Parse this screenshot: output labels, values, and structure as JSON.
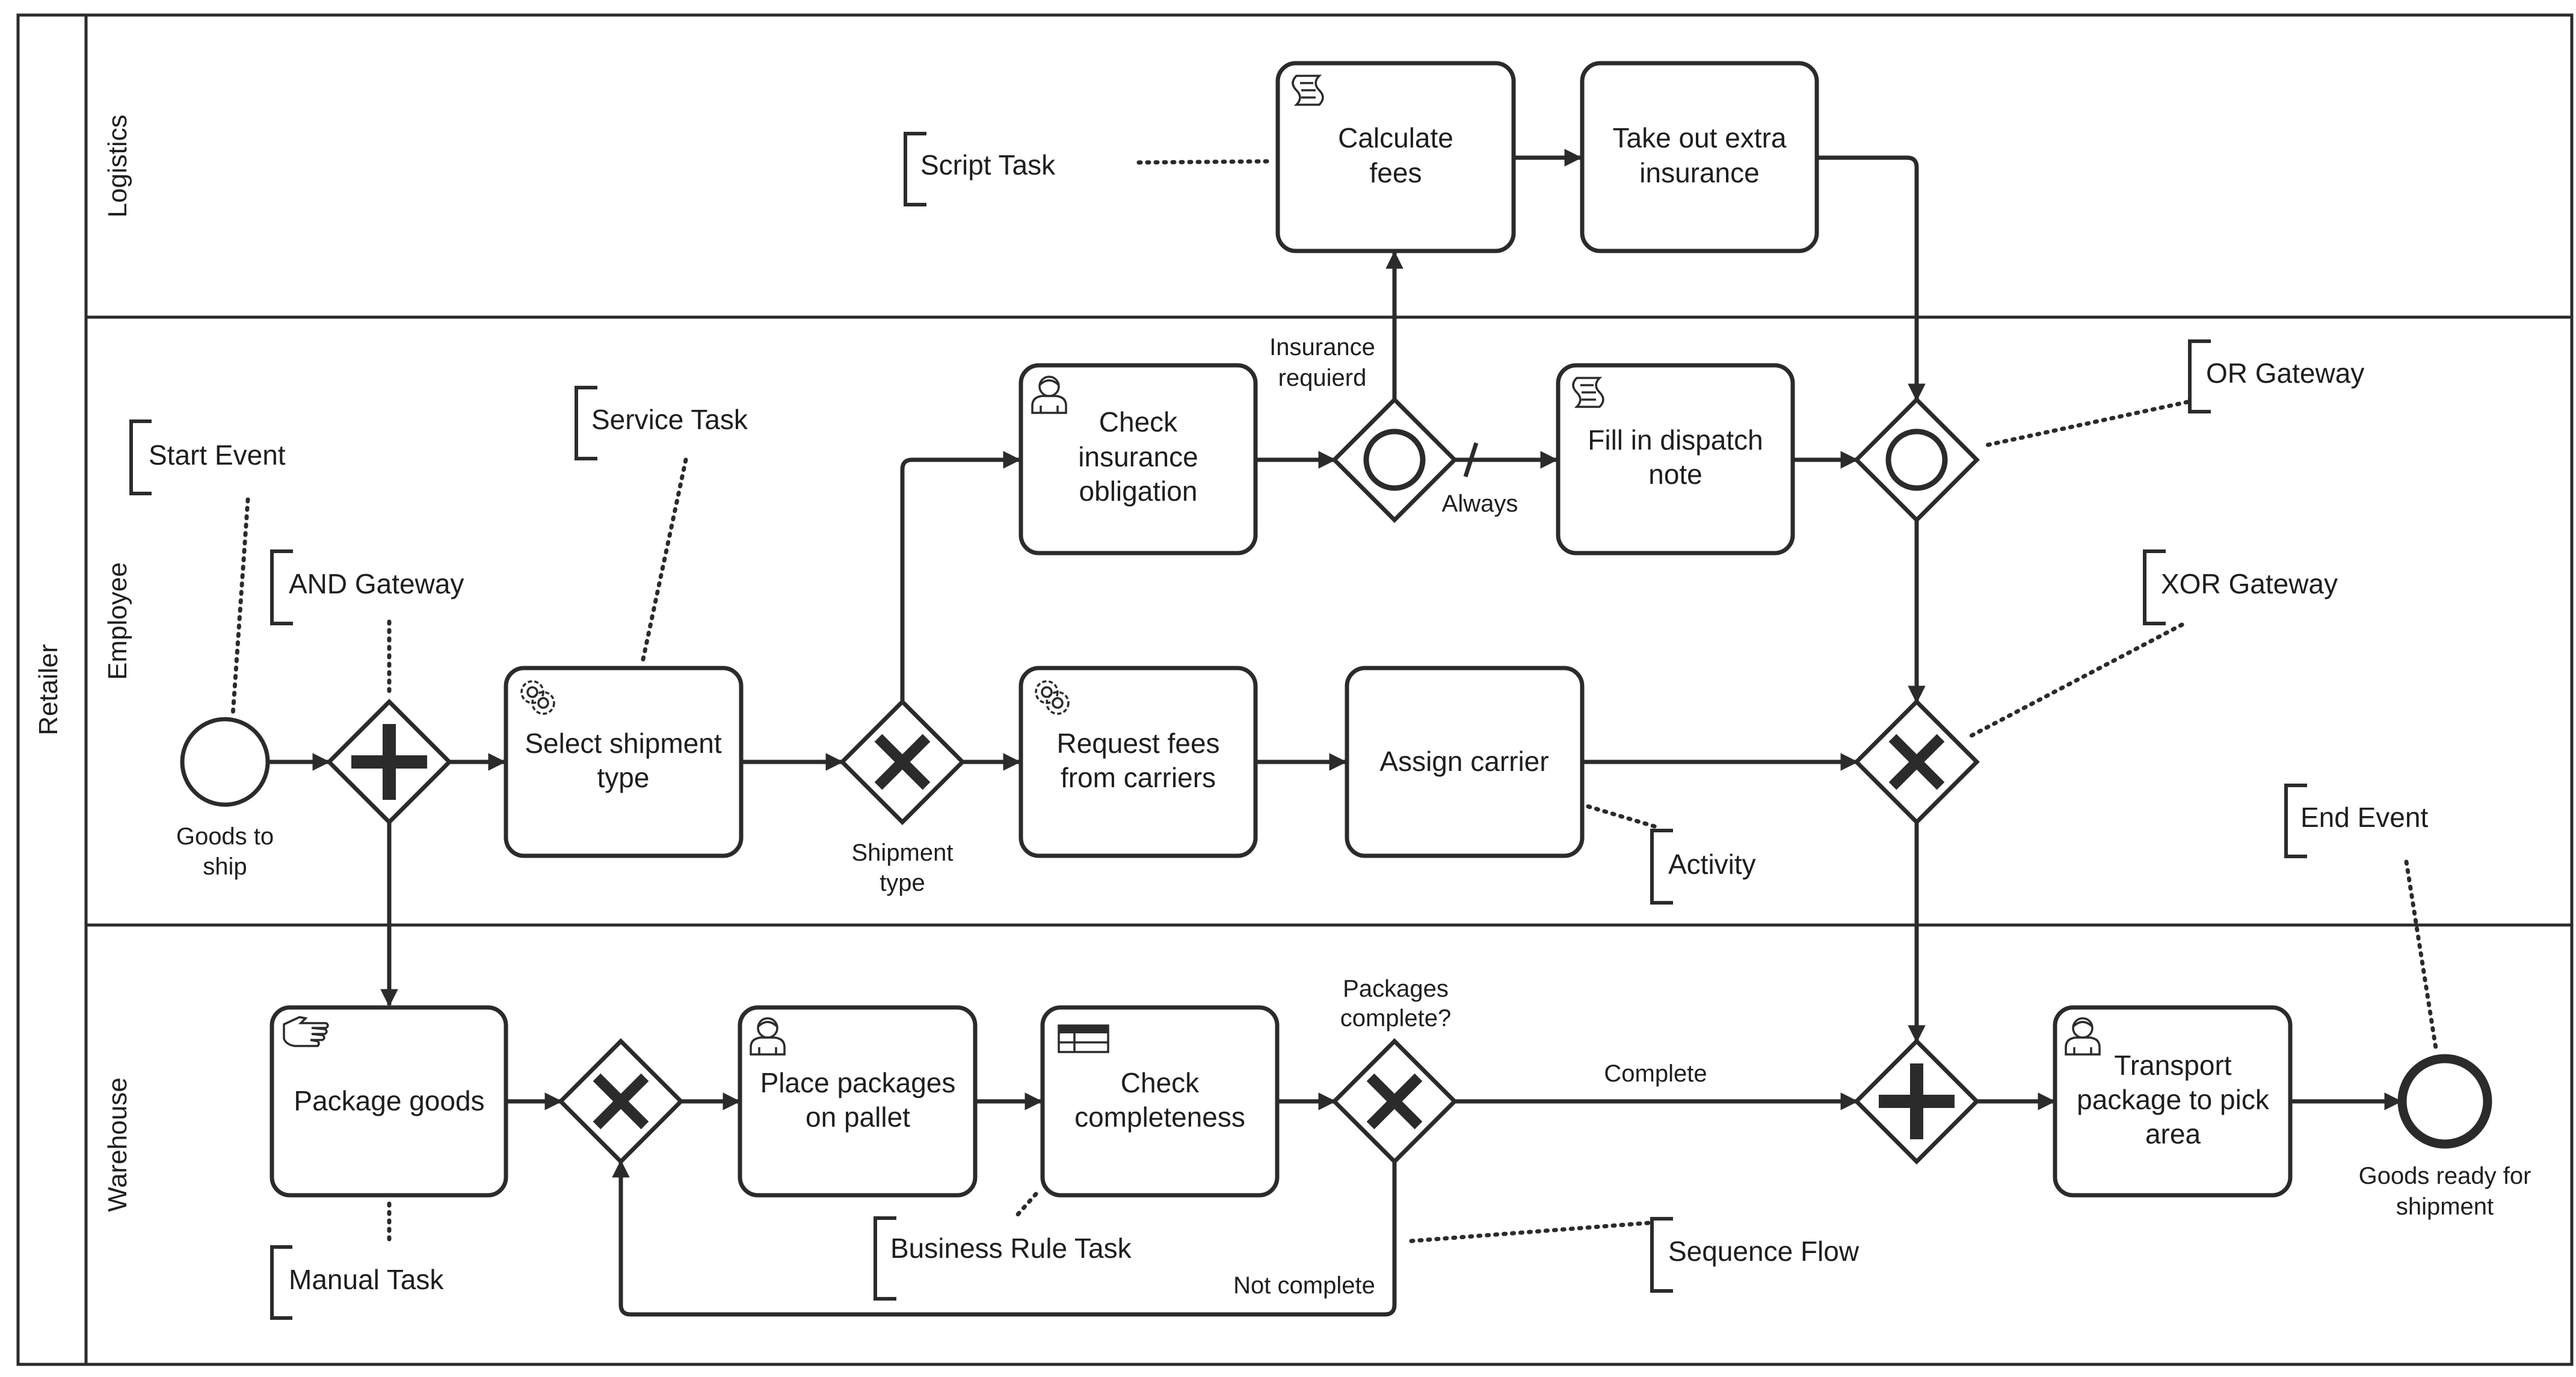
{
  "pool": {
    "name": "Retailer"
  },
  "lanes": {
    "logistics": "Logistics",
    "employee": "Employee",
    "warehouse": "Warehouse"
  },
  "tasks": {
    "calculate_fees": [
      "Calculate",
      "fees"
    ],
    "take_out_insurance": [
      "Take out extra",
      "insurance"
    ],
    "check_insurance": [
      "Check",
      "insurance",
      "obligation"
    ],
    "fill_dispatch": [
      "Fill in dispatch",
      "note"
    ],
    "select_shipment": [
      "Select shipment",
      "type"
    ],
    "request_fees": [
      "Request fees",
      "from carriers"
    ],
    "assign_carrier": [
      "Assign carrier"
    ],
    "package_goods": [
      "Package goods"
    ],
    "place_packages": [
      "Place packages",
      "on pallet"
    ],
    "check_completeness": [
      "Check",
      "completeness"
    ],
    "transport_package": [
      "Transport",
      "package to pick",
      "area"
    ]
  },
  "events": {
    "start": [
      "Goods to",
      "ship"
    ],
    "end": [
      "Goods ready for",
      "shipment"
    ]
  },
  "gateway_labels": {
    "shipment_type": [
      "Shipment",
      "type"
    ],
    "packages_complete": [
      "Packages",
      "complete?"
    ]
  },
  "flow_labels": {
    "insurance_required": [
      "Insurance",
      "requierd"
    ],
    "always": "Always",
    "complete": "Complete",
    "not_complete": "Not complete"
  },
  "annotations": {
    "script_task": "Script Task",
    "start_event": "Start Event",
    "service_task": "Service Task",
    "and_gateway": "AND Gateway",
    "or_gateway": "OR Gateway",
    "xor_gateway": "XOR Gateway",
    "end_event": "End Event",
    "activity": "Activity",
    "manual_task": "Manual Task",
    "business_rule_task": "Business Rule Task",
    "sequence_flow": "Sequence Flow"
  },
  "icons": {
    "script": "script-icon",
    "service": "gear-icon",
    "user": "user-icon",
    "manual": "hand-icon",
    "business_rule": "table-icon"
  }
}
